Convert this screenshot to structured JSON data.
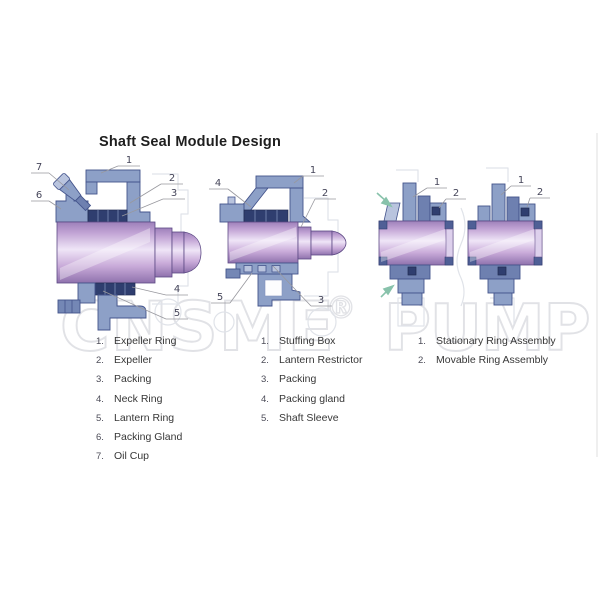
{
  "title": "Shaft Seal Module Design",
  "watermark": {
    "brand": "CNSME",
    "reg": "®",
    "word": "PUMP"
  },
  "colors": {
    "housing_steel_blue": "#8da0c7",
    "housing_outline": "#44548c",
    "packing_navy": "#2f3e6f",
    "shaft_lavender": "#c4a7d7",
    "watermark_gray": "#e1e2e6",
    "flush_arrow_green": "#88c2ab"
  },
  "diagrams": [
    {
      "name": "expeller-packing-seal",
      "callouts": [
        "1",
        "2",
        "3",
        "4",
        "5",
        "6",
        "7"
      ]
    },
    {
      "name": "stuffing-box-packing-seal",
      "callouts": [
        "1",
        "2",
        "3",
        "4",
        "5"
      ]
    },
    {
      "name": "mechanical-seal-left",
      "callouts": [
        "1",
        "2"
      ]
    },
    {
      "name": "mechanical-seal-right",
      "callouts": [
        "1",
        "2"
      ]
    }
  ],
  "part_lists": [
    {
      "items": [
        {
          "num": "1.",
          "label": "Expeller Ring"
        },
        {
          "num": "2.",
          "label": "Expeller"
        },
        {
          "num": "3.",
          "label": "Packing"
        },
        {
          "num": "4.",
          "label": "Neck Ring"
        },
        {
          "num": "5.",
          "label": "Lantern Ring"
        },
        {
          "num": "6.",
          "label": "Packing Gland"
        },
        {
          "num": "7.",
          "label": "Oil Cup"
        }
      ]
    },
    {
      "items": [
        {
          "num": "1.",
          "label": "Stuffing Box"
        },
        {
          "num": "2.",
          "label": "Lantern Restrictor"
        },
        {
          "num": "3.",
          "label": "Packing"
        },
        {
          "num": "4.",
          "label": "Packing gland"
        },
        {
          "num": "5.",
          "label": "Shaft Sleeve"
        }
      ]
    },
    {
      "items": [
        {
          "num": "1.",
          "label": "Stationary Ring Assembly"
        },
        {
          "num": "2.",
          "label": "Movable Ring Assembly"
        }
      ]
    }
  ]
}
